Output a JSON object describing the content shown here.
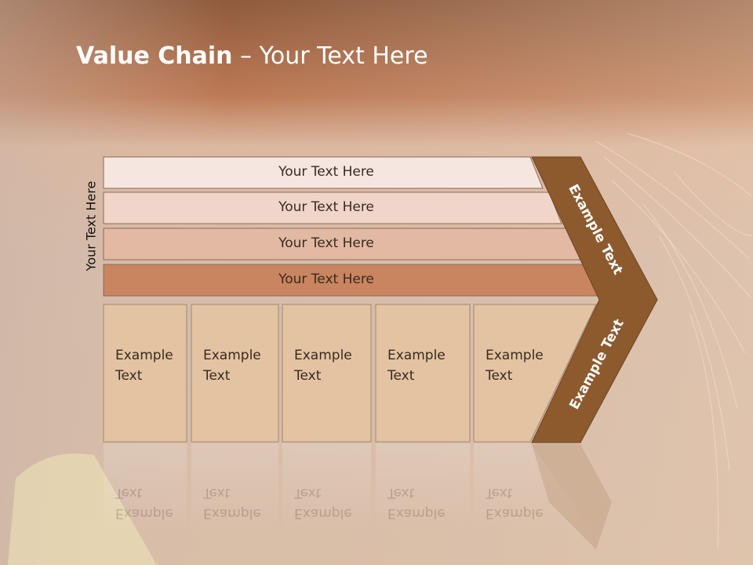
{
  "title": {
    "bold": "Value Chain",
    "rest": " – Your Text Here"
  },
  "side_label": "Your Text Here",
  "rows": [
    {
      "label": "Your Text Here"
    },
    {
      "label": "Your Text Here"
    },
    {
      "label": "Your Text Here"
    },
    {
      "label": "Your Text Here"
    }
  ],
  "cells": [
    {
      "line1": "Example",
      "line2": "Text"
    },
    {
      "line1": "Example",
      "line2": "Text"
    },
    {
      "line1": "Example",
      "line2": "Text"
    },
    {
      "line1": "Example",
      "line2": "Text"
    },
    {
      "line1": "Example",
      "line2": "Text"
    }
  ],
  "arrow": {
    "upper": "Example Text",
    "lower": "Example Text"
  },
  "colors": {
    "header": "#b8714c",
    "arrow": "#8d5a2e",
    "cell": "#e3c3a2",
    "row1": "#f5e6df",
    "row2": "#efd6c8",
    "row3": "#e2b9a3",
    "row4": "#c98560"
  }
}
